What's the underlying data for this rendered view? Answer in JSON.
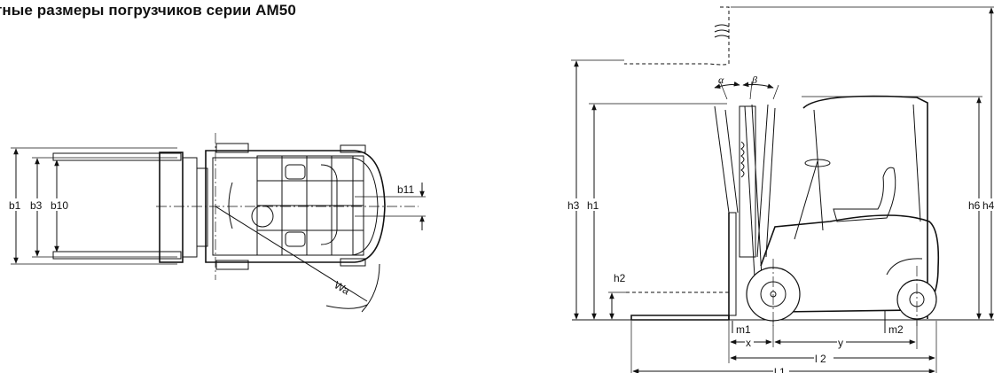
{
  "title": "тные размеры погрузчиков серии AM50",
  "top_view": {
    "labels": {
      "b1": "b1",
      "b3": "b3",
      "b10": "b10",
      "b11": "b11",
      "wa": "Wa"
    }
  },
  "side_view": {
    "labels": {
      "h3": "h3",
      "h1": "h1",
      "h2": "h2",
      "h6": "h6",
      "h4": "h4",
      "alpha": "α",
      "beta": "β",
      "m1": "m1",
      "m2": "m2",
      "x": "x",
      "y": "y",
      "l2": "l 2",
      "l1": "l 1"
    }
  }
}
